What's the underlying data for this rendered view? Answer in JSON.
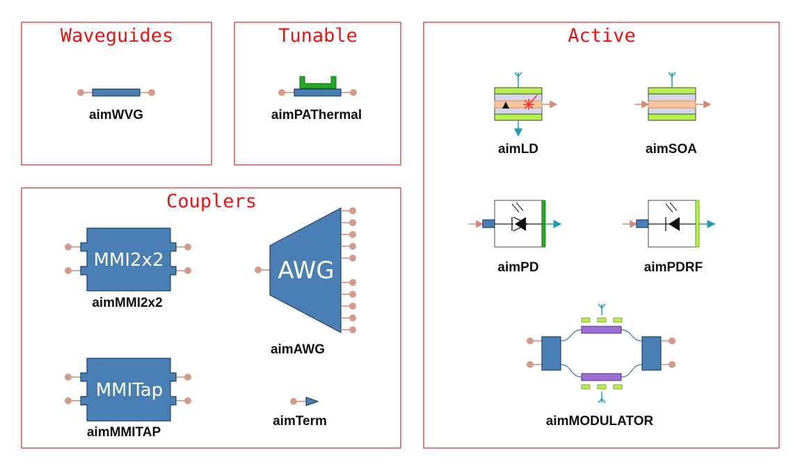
{
  "groups": {
    "waveguides": {
      "title": "Waveguides",
      "components": {
        "wvg": "aimWVG"
      }
    },
    "tunable": {
      "title": "Tunable",
      "components": {
        "pathermal": "aimPAThermal"
      }
    },
    "active": {
      "title": "Active",
      "components": {
        "ld": "aimLD",
        "soa": "aimSOA",
        "pd": "aimPD",
        "pdrf": "aimPDRF",
        "modulator": "aimMODULATOR"
      }
    },
    "couplers": {
      "title": "Couplers",
      "components": {
        "mmi2x2": {
          "label": "aimMMI2x2",
          "symbol_text": "MMI2x2"
        },
        "awg": {
          "label": "aimAWG",
          "symbol_text": "AWG"
        },
        "mmitap": {
          "label": "aimMMITAP",
          "symbol_text": "MMITap"
        },
        "term": "aimTerm"
      }
    }
  },
  "colors": {
    "frame": "#cc2a2a",
    "title": "#ee1111",
    "component_blue": "#4a7fb5",
    "optical_pin": "#d49a8a",
    "electrical_pin": "#1a9db0",
    "electrode_green": "#b8f04a",
    "heater_green": "#22aa22",
    "active_layer_orange": "#f7c8a0",
    "modulator_purple": "#9b6fd6"
  }
}
